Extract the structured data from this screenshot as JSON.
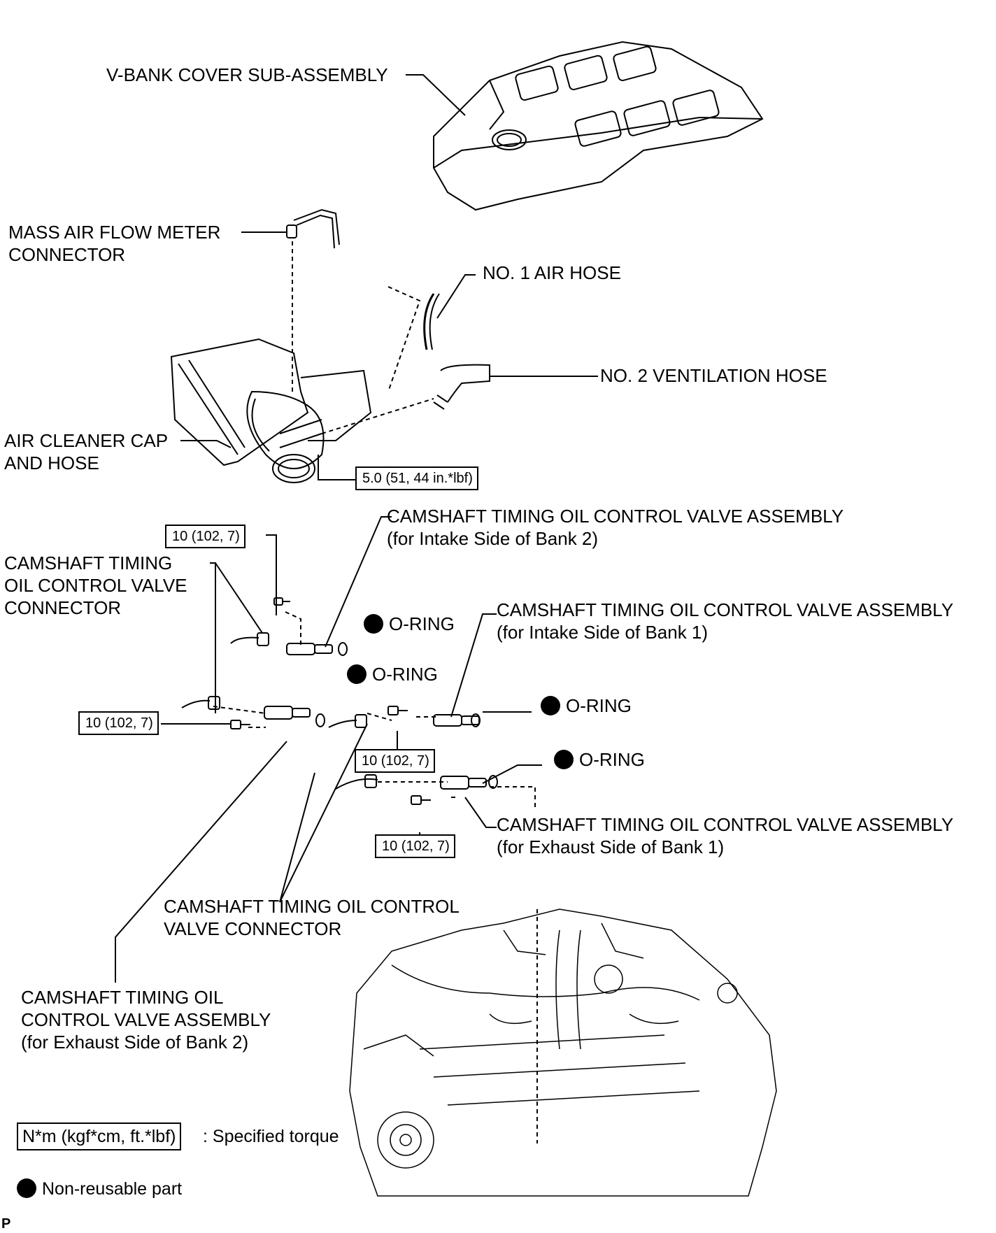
{
  "labels": {
    "vbank_cover": "V-BANK COVER SUB-ASSEMBLY",
    "maf_connector_l1": "MASS AIR FLOW METER",
    "maf_connector_l2": "CONNECTOR",
    "no1_air_hose": "NO. 1 AIR HOSE",
    "no2_vent_hose": "NO. 2 VENTILATION HOSE",
    "air_cleaner_l1": "AIR CLEANER CAP",
    "air_cleaner_l2": "AND HOSE",
    "ocv_intake_b2_l1": "CAMSHAFT TIMING OIL CONTROL VALVE ASSEMBLY",
    "ocv_intake_b2_l2": "(for Intake Side of Bank 2)",
    "ocv_connector_left_l1": "CAMSHAFT TIMING",
    "ocv_connector_left_l2": "OIL CONTROL VALVE",
    "ocv_connector_left_l3": "CONNECTOR",
    "oring": "O-RING",
    "ocv_intake_b1_l1": "CAMSHAFT TIMING OIL CONTROL VALVE ASSEMBLY",
    "ocv_intake_b1_l2": "(for Intake Side of Bank 1)",
    "ocv_exhaust_b1_l1": "CAMSHAFT TIMING OIL CONTROL VALVE ASSEMBLY",
    "ocv_exhaust_b1_l2": "(for Exhaust Side of Bank 1)",
    "ocv_connector_mid_l1": "CAMSHAFT TIMING OIL CONTROL",
    "ocv_connector_mid_l2": "VALVE CONNECTOR",
    "ocv_exhaust_b2_l1": "CAMSHAFT TIMING OIL",
    "ocv_exhaust_b2_l2": "CONTROL VALVE ASSEMBLY",
    "ocv_exhaust_b2_l3": "(for Exhaust Side of Bank 2)"
  },
  "torques": {
    "air_cleaner_clamp": "5.0 (51, 44 in.*lbf)",
    "bolt": "10 (102, 7)"
  },
  "legend": {
    "torque_unit": "N*m (kgf*cm, ft.*lbf)",
    "torque_desc": ": Specified torque",
    "nonreusable": "Non-reusable part"
  },
  "corner_mark": "P"
}
